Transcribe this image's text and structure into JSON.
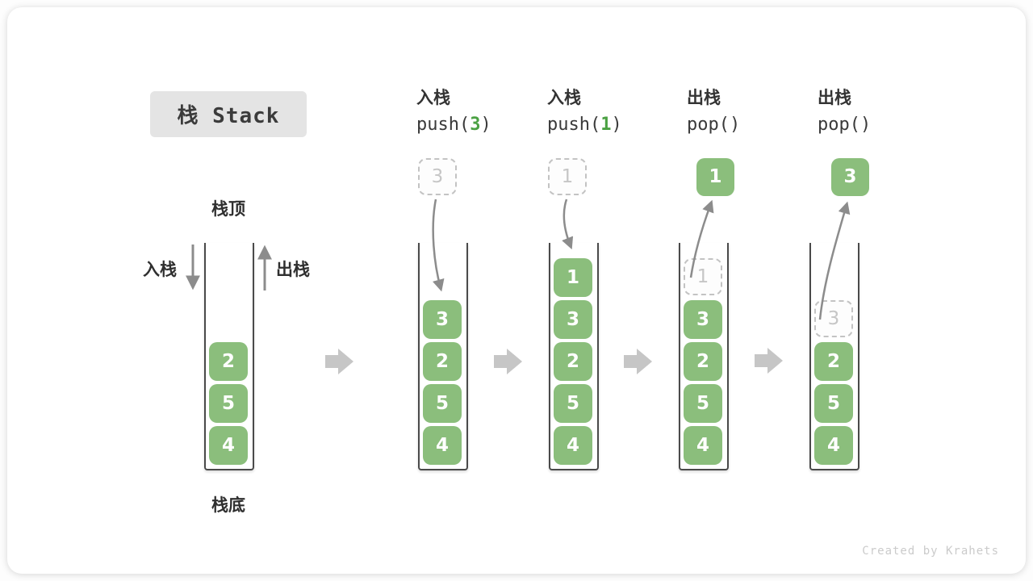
{
  "title": "栈 Stack",
  "stack_labels": {
    "top": "栈顶",
    "bottom": "栈底",
    "push": "入栈",
    "pop": "出栈"
  },
  "operations": [
    {
      "label": "入栈",
      "code_before": "push(",
      "arg": "3",
      "code_after": ")"
    },
    {
      "label": "入栈",
      "code_before": "push(",
      "arg": "1",
      "code_after": ")"
    },
    {
      "label": "出栈",
      "code_before": "pop(",
      "arg": "",
      "code_after": ")"
    },
    {
      "label": "出栈",
      "code_before": "pop(",
      "arg": "",
      "code_after": ")"
    }
  ],
  "floating_boxes": [
    {
      "value": "3",
      "style": "ghost"
    },
    {
      "value": "1",
      "style": "ghost"
    },
    {
      "value": "1",
      "style": "solid"
    },
    {
      "value": "3",
      "style": "solid"
    }
  ],
  "stacks": [
    {
      "items": [
        {
          "value": "2",
          "style": "solid"
        },
        {
          "value": "5",
          "style": "solid"
        },
        {
          "value": "4",
          "style": "solid"
        }
      ]
    },
    {
      "items": [
        {
          "value": "3",
          "style": "solid"
        },
        {
          "value": "2",
          "style": "solid"
        },
        {
          "value": "5",
          "style": "solid"
        },
        {
          "value": "4",
          "style": "solid"
        }
      ]
    },
    {
      "items": [
        {
          "value": "1",
          "style": "solid"
        },
        {
          "value": "3",
          "style": "solid"
        },
        {
          "value": "2",
          "style": "solid"
        },
        {
          "value": "5",
          "style": "solid"
        },
        {
          "value": "4",
          "style": "solid"
        }
      ]
    },
    {
      "items": [
        {
          "value": "1",
          "style": "ghost"
        },
        {
          "value": "3",
          "style": "solid"
        },
        {
          "value": "2",
          "style": "solid"
        },
        {
          "value": "5",
          "style": "solid"
        },
        {
          "value": "4",
          "style": "solid"
        }
      ]
    },
    {
      "items": [
        {
          "value": "3",
          "style": "ghost"
        },
        {
          "value": "2",
          "style": "solid"
        },
        {
          "value": "5",
          "style": "solid"
        },
        {
          "value": "4",
          "style": "solid"
        }
      ]
    }
  ],
  "colors": {
    "cell_green": "#8bbe7c",
    "code_arg_green": "#4ba143",
    "title_bg": "#e4e4e4",
    "thin_arrow_gray": "#8c8c8c",
    "block_arrow_gray": "#c6c6c6",
    "ghost_gray": "#c3c3c3",
    "text_dark": "#3a3a3a"
  },
  "watermark": "Created by Krahets"
}
